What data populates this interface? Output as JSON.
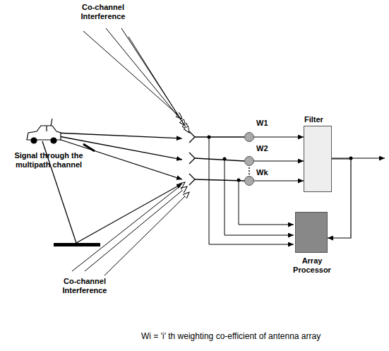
{
  "diagram": {
    "nodes": [
      {
        "text": [
          "W1"
        ]
      },
      {
        "text": [
          "W2"
        ]
      },
      {
        "text": [
          "Wk"
        ]
      },
      {
        "text": [
          "Filter"
        ]
      },
      {
        "text": [
          "Array Processor"
        ]
      }
    ],
    "edges": [
      {
        "from": 0,
        "to": 3,
        "arrow": "to"
      },
      {
        "from": 1,
        "to": 3,
        "arrow": "to"
      },
      {
        "from": 2,
        "to": 3,
        "arrow": "to"
      },
      {
        "from": 3,
        "to": 4,
        "arrow": "to"
      }
    ],
    "labels": [
      "Co-channel Interference",
      "Signal through the multipath channel",
      "Co-channel Interference",
      "Wi = 'i' th weighting co-efficient of antenna array"
    ]
  }
}
